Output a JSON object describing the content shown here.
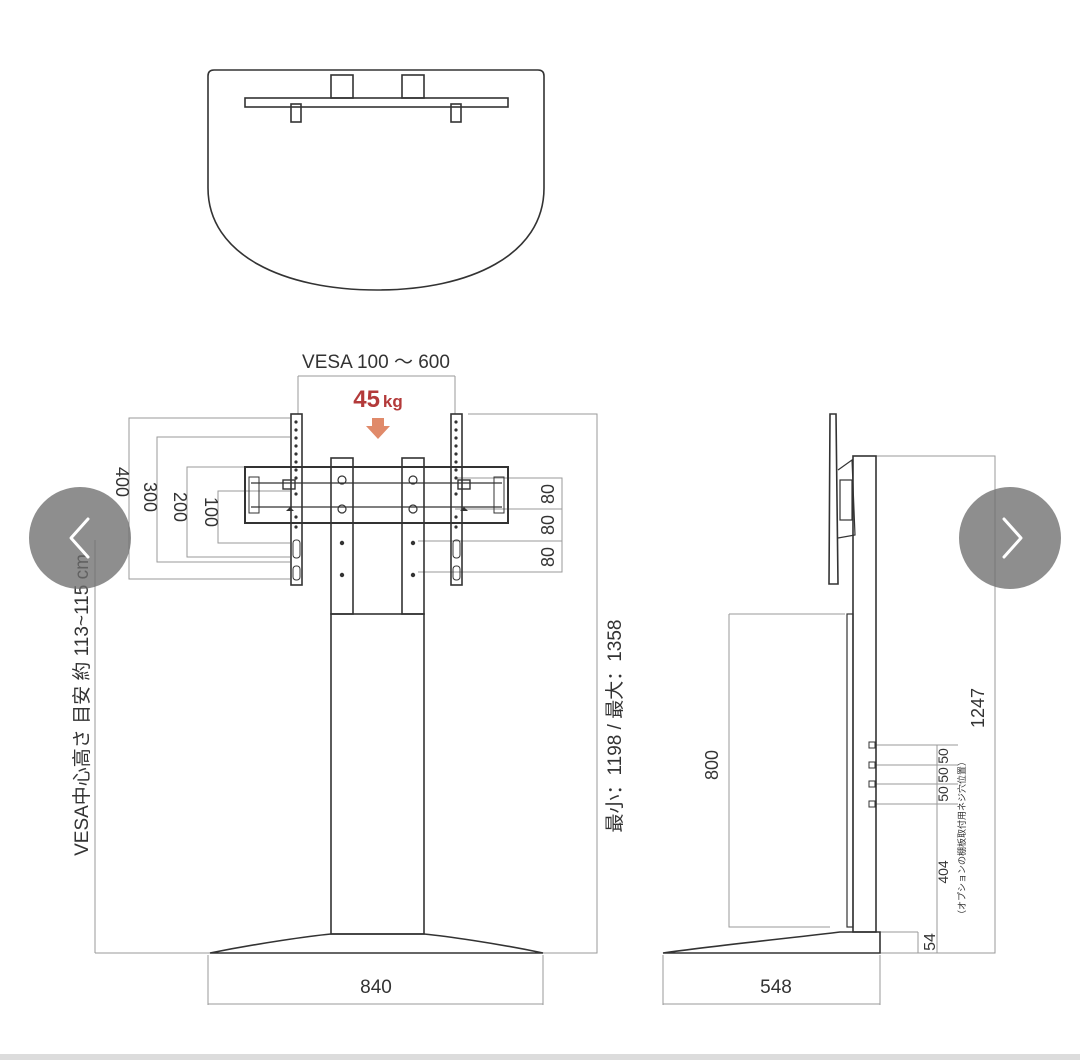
{
  "diagram": {
    "vesa_label": "VESA 100 ～ 600",
    "load_value": "45",
    "load_unit": "kg",
    "load_color": "#b33a3a",
    "arrow_color": "#e08a6a",
    "line_color": "#333333",
    "dim_color": "#9a9a9a",
    "vert_dims": [
      "400",
      "300",
      "200",
      "100"
    ],
    "right_dims": [
      "80",
      "80",
      "80"
    ],
    "center_height_label": "VESA中心高さ 目安 約 113~115 cm",
    "total_height_label": "最小：1198 / 最大：1358",
    "width_front": "840",
    "width_side": "548",
    "height_800": "800",
    "height_1247": "1247",
    "hole_spacing": [
      "50",
      "50",
      "50"
    ],
    "height_404": "404",
    "base_54": "54",
    "option_note": "（オプションの棚板取付用ネジ穴位置）"
  },
  "navigation": {
    "prev_icon": "chevron-left-icon",
    "next_icon": "chevron-right-icon"
  }
}
